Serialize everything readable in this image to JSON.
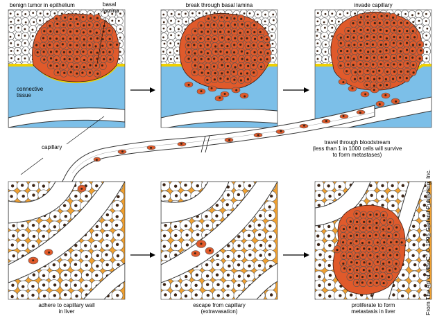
{
  "colors": {
    "tumor": "#e05a2b",
    "tumor_outline": "#3a1a10",
    "normal_cell": "#ffffff",
    "cell_outline": "#555555",
    "connective": "#7cbfe8",
    "lamina": "#f0d000",
    "liver": "#f0a030",
    "nucleus": "#3b2416",
    "vessel_fill": "#ffffff",
    "vessel_line": "#333333"
  },
  "labels": {
    "panel1_title": "benign tumor in epithelium",
    "basal_lamina": "basal\nlamina",
    "connective_tissue": "connective\ntissue",
    "panel2_title": "break through basal lamina",
    "panel3_title": "invade capillary",
    "capillary": "capillary",
    "bloodstream_line1": "travel through bloodstream",
    "bloodstream_line2": "(less than 1 in 1000 cells will survive",
    "bloodstream_line3": "to form metastases)",
    "panel4_title": "adhere to capillary wall\nin liver",
    "panel5_title": "escape from capillary\n(extravasation)",
    "panel6_title": "proliferate to form\nmetastasis in liver"
  },
  "credit": {
    "before": "From The Art of MBoC",
    "sup": "3",
    "after": " © 1995 Garland Publishing, Inc."
  }
}
